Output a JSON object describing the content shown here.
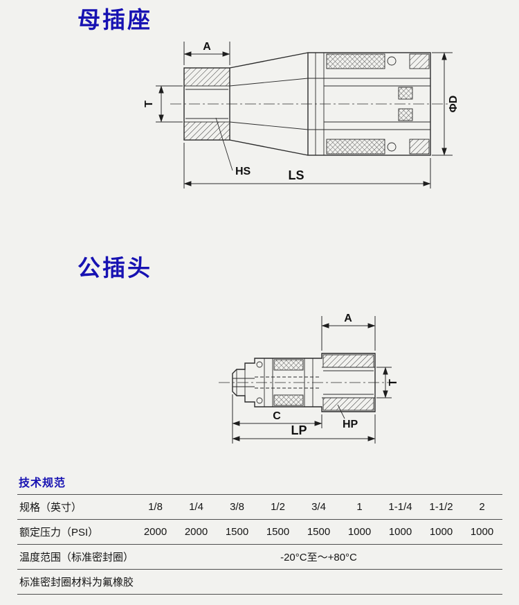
{
  "colors": {
    "page_bg": "#f2f2ef",
    "accent_blue": "#1712b2",
    "drawing_line": "#2b2b2b"
  },
  "female_section": {
    "title": "母插座",
    "dim_labels": {
      "a": "A",
      "t": "T",
      "d": "ΦD",
      "hs": "HS",
      "ls": "LS"
    }
  },
  "male_section": {
    "title": "公插头",
    "dim_labels": {
      "a": "A",
      "t": "T",
      "c": "C",
      "hp": "HP",
      "lp": "LP"
    }
  },
  "specs": {
    "title": "技术规范",
    "size_row": {
      "header": "规格（英寸）",
      "values": [
        "1/8",
        "1/4",
        "3/8",
        "1/2",
        "3/4",
        "1",
        "1-1/4",
        "1-1/2",
        "2"
      ]
    },
    "pressure_row": {
      "header": "额定压力（PSI）",
      "values": [
        "2000",
        "2000",
        "1500",
        "1500",
        "1500",
        "1000",
        "1000",
        "1000",
        "1000"
      ]
    },
    "temp_row": {
      "header": "温度范围（标准密封圈）",
      "value": "-20°C至～+80°C"
    },
    "material_row": {
      "note": "标准密封圈材料为氟橡胶"
    }
  }
}
